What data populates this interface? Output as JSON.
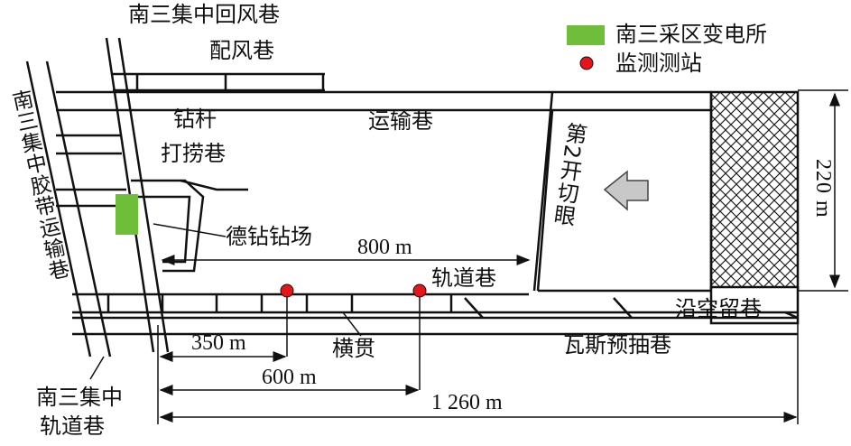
{
  "legend": {
    "substation": "南三采区变电所",
    "station": "监测测站",
    "substation_color": "#6fbe3a",
    "station_color": "#e8141c"
  },
  "labels": {
    "return_air": "南三集中回风巷",
    "air_dist": "配风巷",
    "transport": "运输巷",
    "drill_rod": "钻杆",
    "fishing": "打捞巷",
    "drill_site": "德钻钻场",
    "belt": "南三集中胶带运输巷",
    "cut": "第2开切眼",
    "rail": "轨道巷",
    "gob_side": "沿空留巷",
    "cross": "横贯",
    "gas": "瓦斯预抽巷",
    "main_rail_1": "南三集中",
    "main_rail_2": "轨道巷"
  },
  "dimensions": {
    "d800": "800 m",
    "d350": "350 m",
    "d600": "600 m",
    "d1260": "1 260 m",
    "d220": "220 m"
  }
}
